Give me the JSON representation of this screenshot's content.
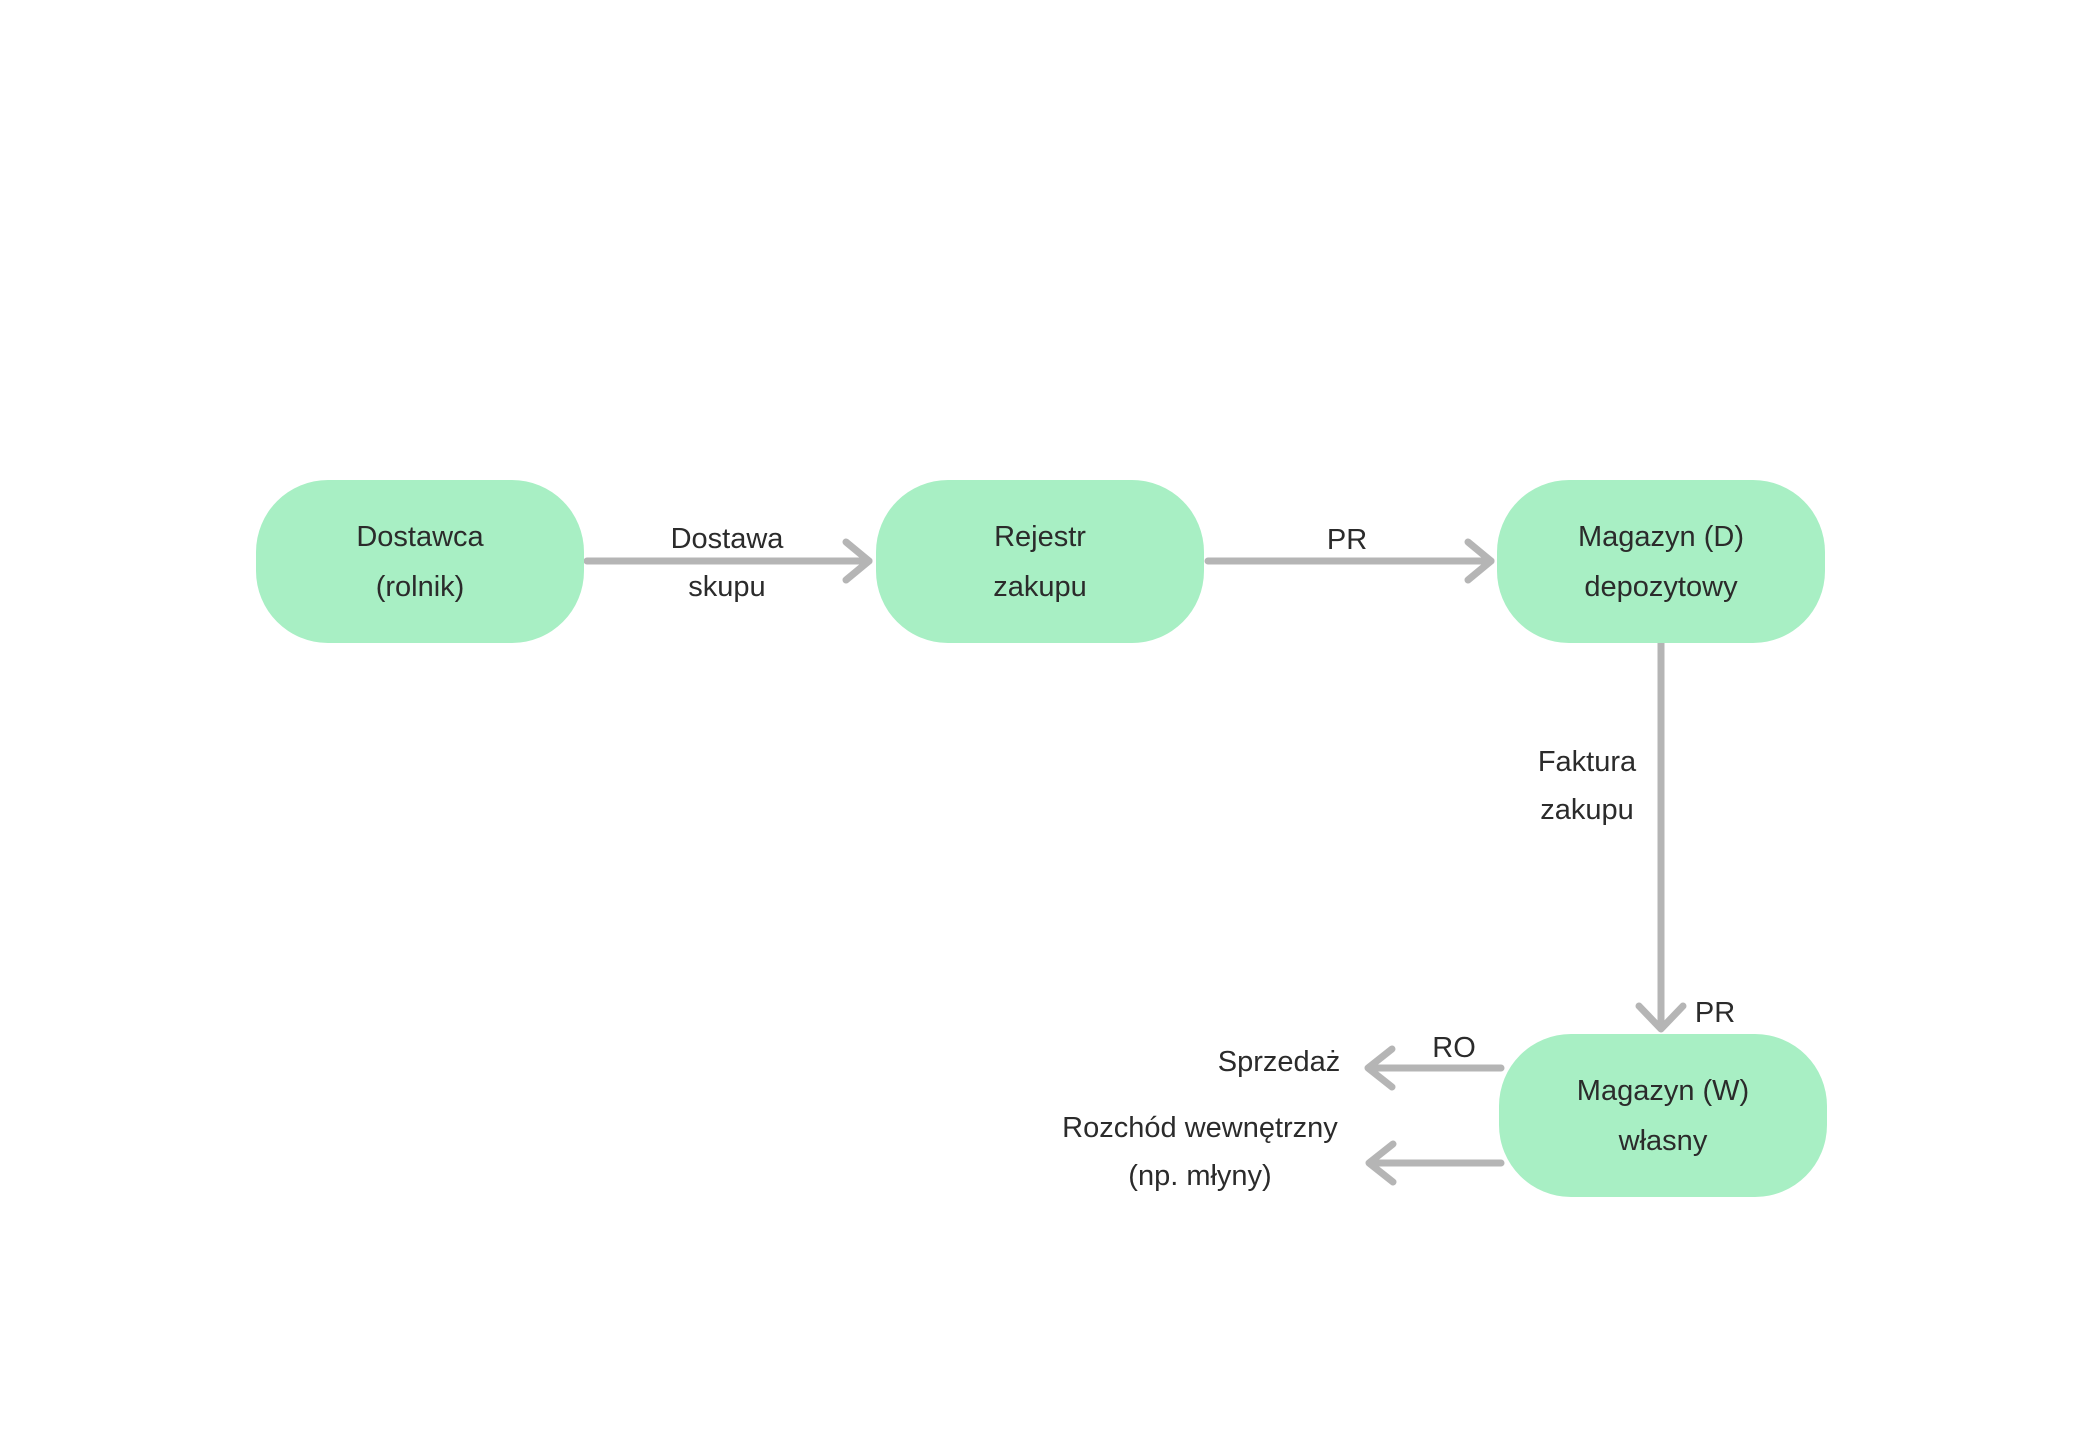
{
  "colors": {
    "background": "#ffffff",
    "node_fill": "#a8efc4",
    "arrow": "#b5b5b5",
    "text": "#2b2b2b"
  },
  "diagram": {
    "nodes": [
      {
        "id": "dostawca",
        "line1": "Dostawca",
        "line2": "(rolnik)"
      },
      {
        "id": "rejestr",
        "line1": "Rejestr",
        "line2": "zakupu"
      },
      {
        "id": "magazyn_d",
        "line1": "Magazyn (D)",
        "line2": "depozytowy"
      },
      {
        "id": "magazyn_w",
        "line1": "Magazyn (W)",
        "line2": "własny"
      }
    ],
    "edge_labels": {
      "dostawa_line1": "Dostawa",
      "dostawa_line2": "skupu",
      "pr1": "PR",
      "faktura_line1": "Faktura",
      "faktura_line2": "zakupu",
      "pr2": "PR",
      "ro": "RO",
      "sprzedaz": "Sprzedaż",
      "rozchod_line1": "Rozchód wewnętrzny",
      "rozchod_line2": "(np. młyny)"
    }
  }
}
